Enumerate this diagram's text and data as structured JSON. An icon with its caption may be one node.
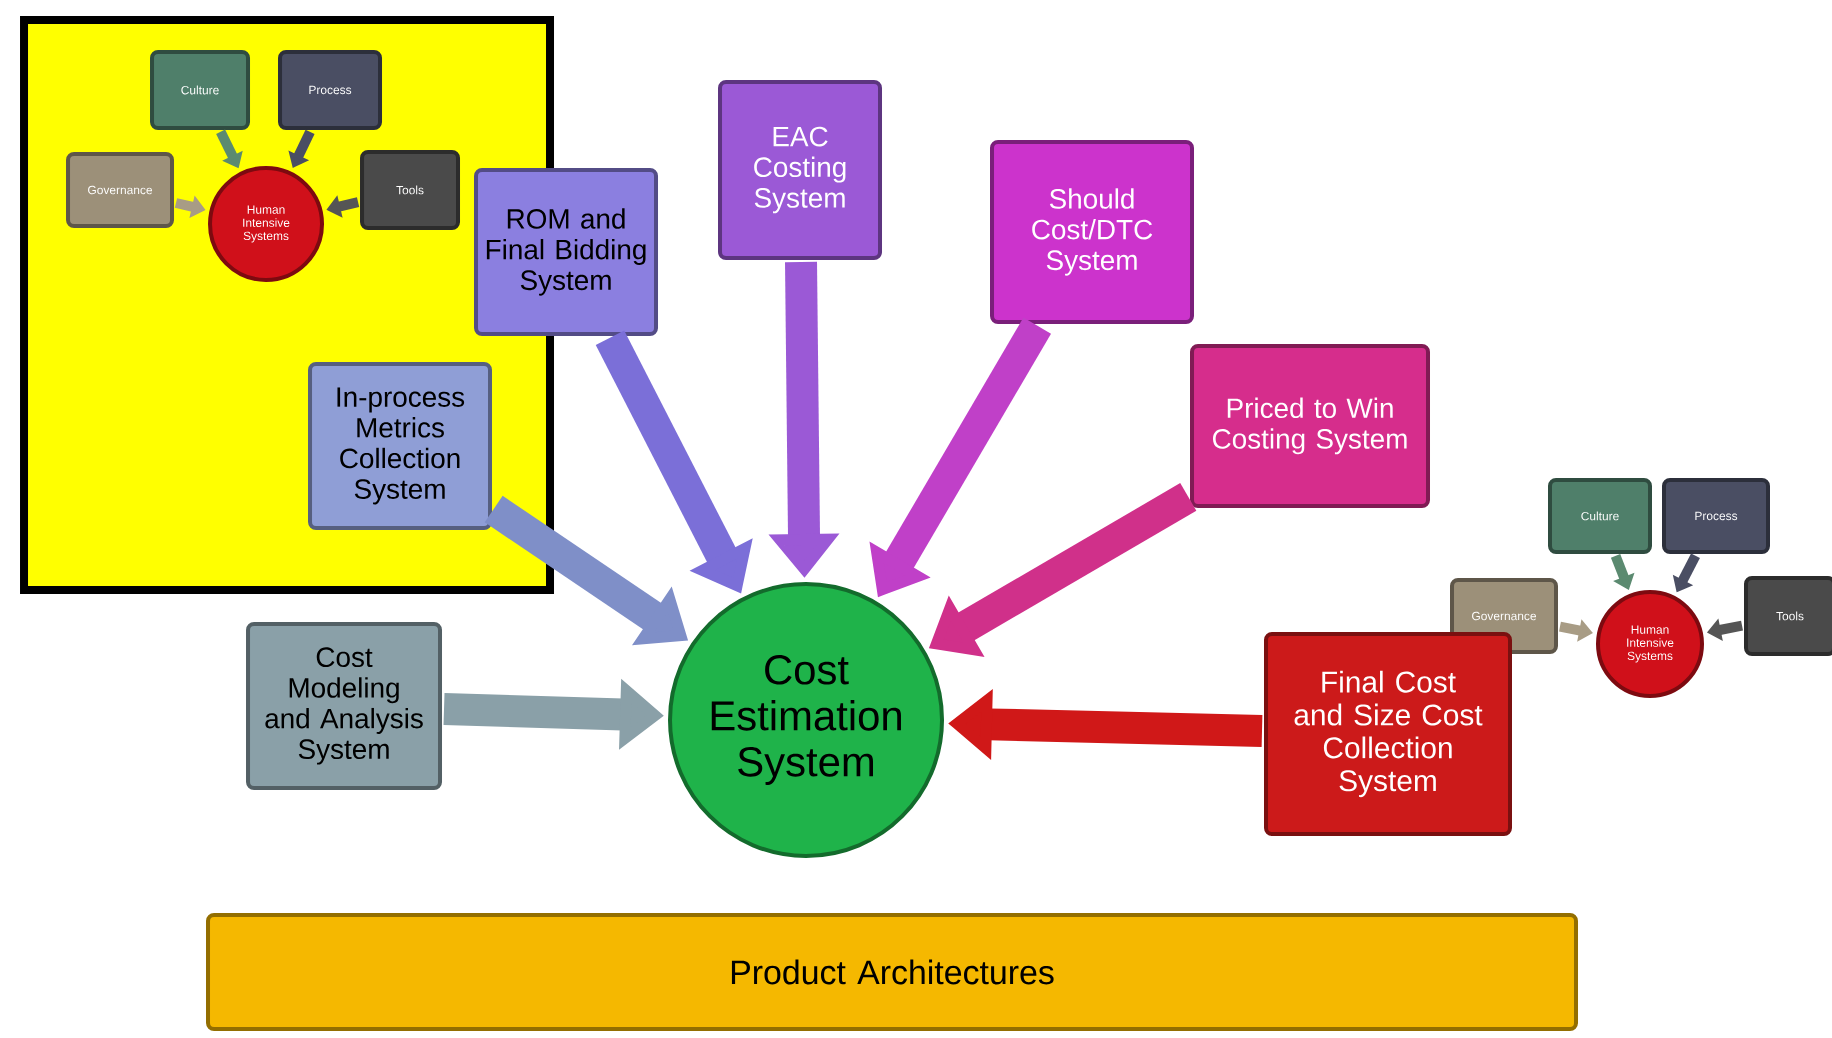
{
  "diagram": {
    "nodes": [
      {
        "text": [],
        "shape": "box"
      },
      {
        "text": [
          "Culture"
        ],
        "in": 0
      },
      {
        "text": [
          "Process"
        ],
        "in": 0
      },
      {
        "text": [
          "Governance"
        ],
        "in": 0
      },
      {
        "text": [
          "Tools"
        ],
        "in": 0
      },
      {
        "text": [
          "Human Intensive Systems"
        ],
        "in": 0
      },
      {
        "text": [
          "ROM and Final Bidding System"
        ]
      },
      {
        "text": [
          "EAC Costing System"
        ]
      },
      {
        "text": [
          "Should Cost/DTC System"
        ]
      },
      {
        "text": [
          "In-process Metrics Collection System"
        ],
        "in": 0
      },
      {
        "text": [
          "Priced to Win Costing System"
        ]
      },
      {
        "text": [
          "Cost Modeling and Analysis System"
        ]
      },
      {
        "text": [
          "Cost Estimation System"
        ]
      },
      {
        "text": [
          "Culture"
        ]
      },
      {
        "text": [
          "Process"
        ]
      },
      {
        "text": [
          "Governance"
        ]
      },
      {
        "text": [
          "Tools"
        ]
      },
      {
        "text": [
          "Human Intensive Systems"
        ]
      },
      {
        "text": [
          "Final Cost and Size Cost Collection System"
        ]
      },
      {
        "text": [
          "Product Architectures"
        ]
      }
    ],
    "edges": [
      {
        "from": 1,
        "to": 5,
        "arrow": "to",
        "color": "#5b8a70"
      },
      {
        "from": 2,
        "to": 5,
        "arrow": "to",
        "color": "#4a4e63"
      },
      {
        "from": 3,
        "to": 5,
        "arrow": "to",
        "color": "#a89c85"
      },
      {
        "from": 4,
        "to": 5,
        "arrow": "to",
        "color": "#555555"
      },
      {
        "from": 6,
        "to": 12,
        "arrow": "to",
        "style": "thick",
        "color": "#7b6fd8"
      },
      {
        "from": 7,
        "to": 12,
        "arrow": "to",
        "style": "thick",
        "color": "#9b59d6"
      },
      {
        "from": 8,
        "to": 12,
        "arrow": "to",
        "style": "thick",
        "color": "#c040c8"
      },
      {
        "from": 9,
        "to": 12,
        "arrow": "to",
        "style": "thick",
        "color": "#7f8fc8"
      },
      {
        "from": 10,
        "to": 12,
        "arrow": "to",
        "style": "thick",
        "color": "#d0308a"
      },
      {
        "from": 11,
        "to": 12,
        "arrow": "to",
        "style": "thick",
        "color": "#8aa0a8"
      },
      {
        "from": 18,
        "to": 12,
        "arrow": "to",
        "style": "thick",
        "color": "#d01818"
      },
      {
        "from": 13,
        "to": 17,
        "arrow": "to",
        "color": "#5b8a70"
      },
      {
        "from": 14,
        "to": 17,
        "arrow": "to",
        "color": "#4a4e63"
      },
      {
        "from": 15,
        "to": 17,
        "arrow": "to",
        "color": "#a89c85"
      },
      {
        "from": 16,
        "to": 17,
        "arrow": "to",
        "color": "#555555"
      }
    ]
  }
}
